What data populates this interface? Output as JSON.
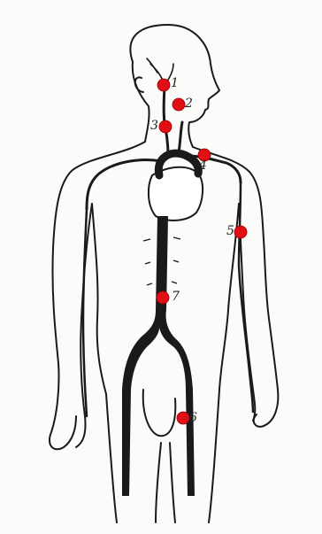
{
  "colors": {
    "marker": "#e10f14",
    "ink": "#1a1a1a",
    "paper": "#fbfbf9"
  },
  "points": [
    {
      "label": "1"
    },
    {
      "label": "2"
    },
    {
      "label": "3"
    },
    {
      "label": "4"
    },
    {
      "label": "5"
    },
    {
      "label": "6"
    },
    {
      "label": "7"
    }
  ]
}
